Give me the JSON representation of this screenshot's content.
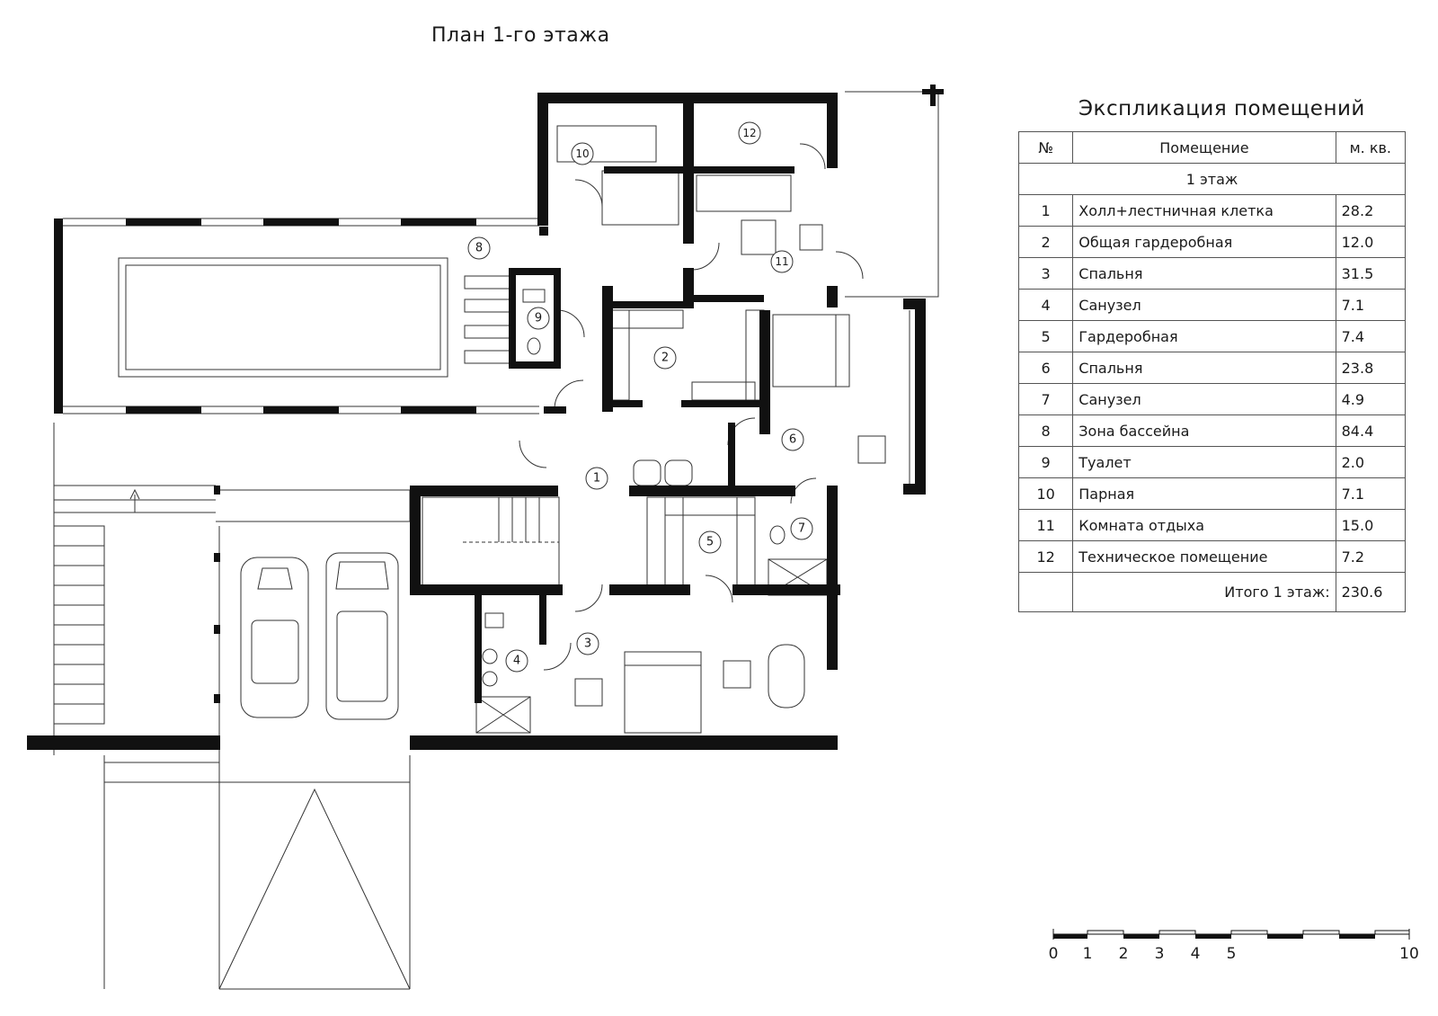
{
  "floor_title": "План 1-го этажа",
  "explication": {
    "title": "Экспликация помещений",
    "columns": [
      "№",
      "Помещение",
      "м. кв."
    ],
    "floor_label": "1 этаж",
    "rooms": [
      {
        "no": "1",
        "name": "Холл+лестничная клетка",
        "area": "28.2"
      },
      {
        "no": "2",
        "name": "Общая гардеробная",
        "area": "12.0"
      },
      {
        "no": "3",
        "name": "Спальня",
        "area": "31.5"
      },
      {
        "no": "4",
        "name": "Санузел",
        "area": "7.1"
      },
      {
        "no": "5",
        "name": "Гардеробная",
        "area": "7.4"
      },
      {
        "no": "6",
        "name": "Спальня",
        "area": "23.8"
      },
      {
        "no": "7",
        "name": "Санузел",
        "area": "4.9"
      },
      {
        "no": "8",
        "name": "Зона бассейна",
        "area": "84.4"
      },
      {
        "no": "9",
        "name": "Туалет",
        "area": "2.0"
      },
      {
        "no": "10",
        "name": "Парная",
        "area": "7.1"
      },
      {
        "no": "11",
        "name": "Комната отдыха",
        "area": "15.0"
      },
      {
        "no": "12",
        "name": "Техническое помещение",
        "area": "7.2"
      }
    ],
    "total_label": "Итого 1 этаж:",
    "total_value": "230.6"
  },
  "room_markers": [
    "1",
    "2",
    "3",
    "4",
    "5",
    "6",
    "7",
    "8",
    "9",
    "10",
    "11",
    "12"
  ],
  "scale_bar": {
    "ticks": [
      "0",
      "1",
      "2",
      "3",
      "4",
      "5",
      "10"
    ]
  },
  "colors": {
    "wall": "#111111",
    "line": "#333333"
  }
}
